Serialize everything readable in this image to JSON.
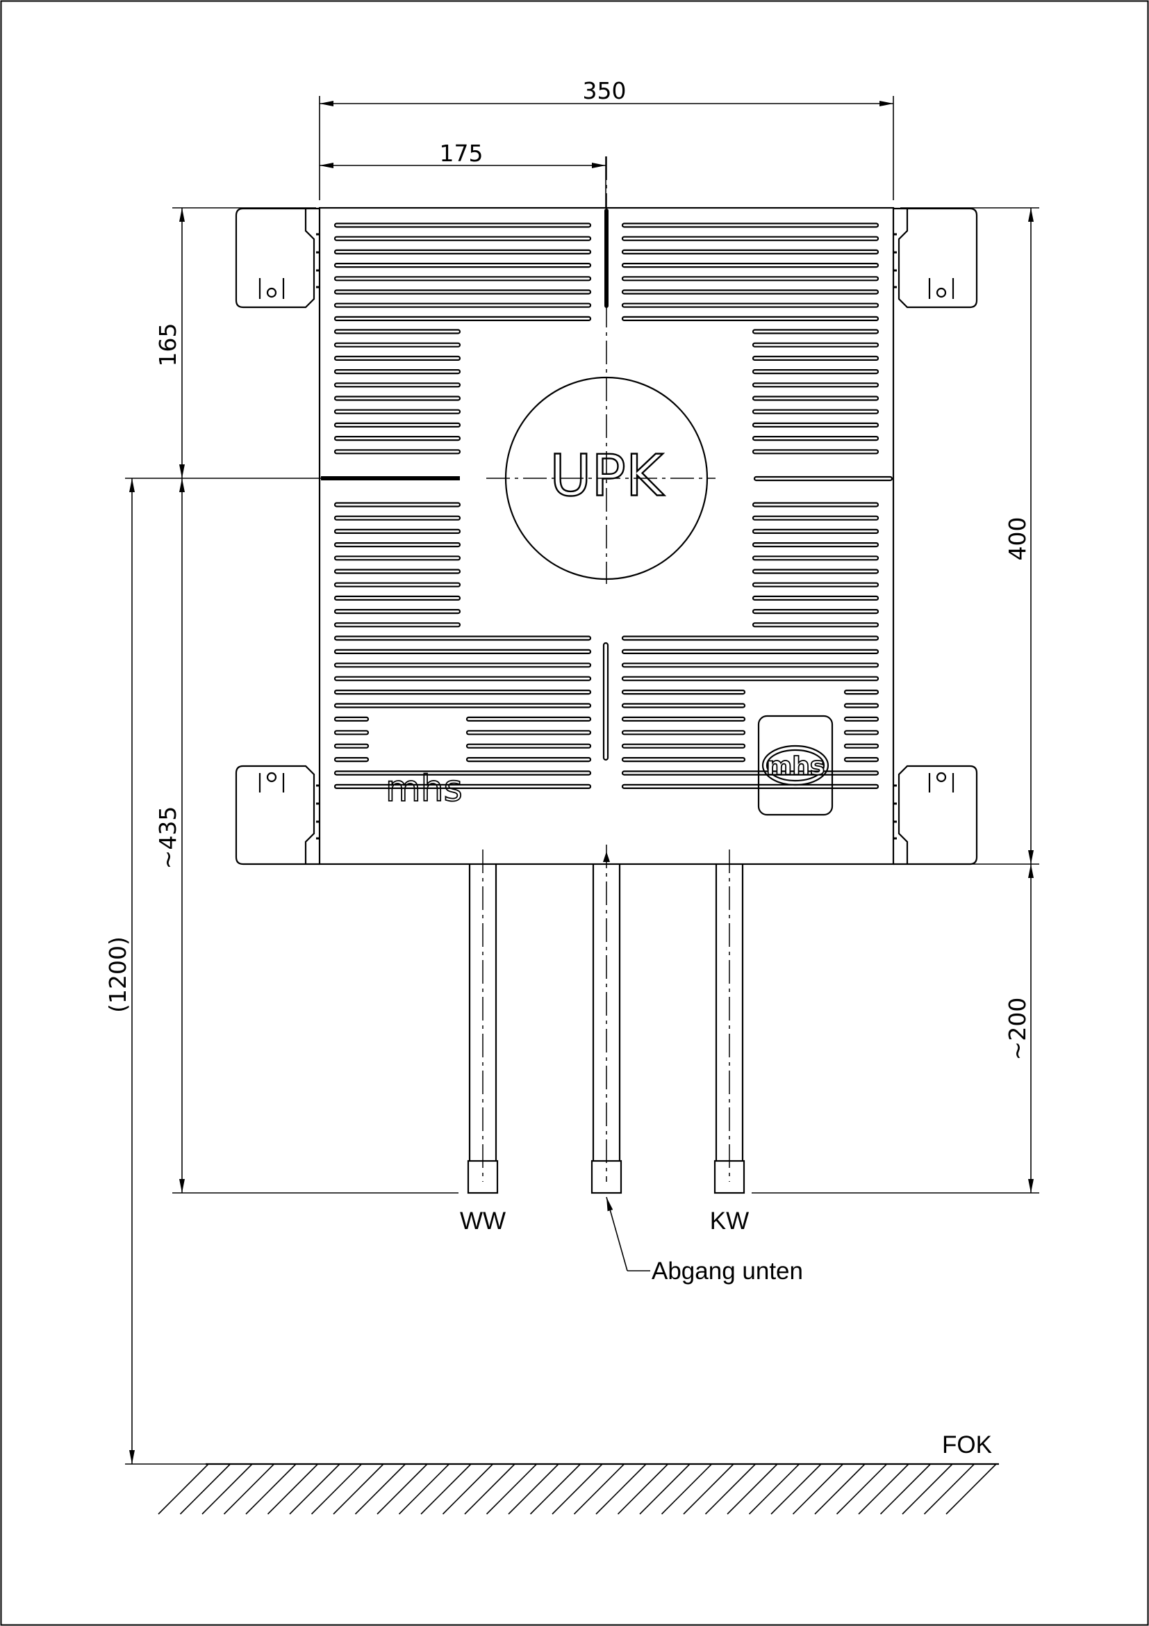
{
  "dimensions": {
    "total_width": "350",
    "half_width": "175",
    "top_to_center": "165",
    "box_height": "400",
    "center_to_outlet": "~435",
    "outlet_length": "~200",
    "center_to_floor": "(1200)"
  },
  "labels": {
    "box_name": "UPK",
    "warm_water": "WW",
    "cold_water": "KW",
    "bottom_outlet": "Abgang unten",
    "floor_level": "FOK"
  },
  "logos": {
    "plain": "mhs",
    "badge": "mhs"
  }
}
